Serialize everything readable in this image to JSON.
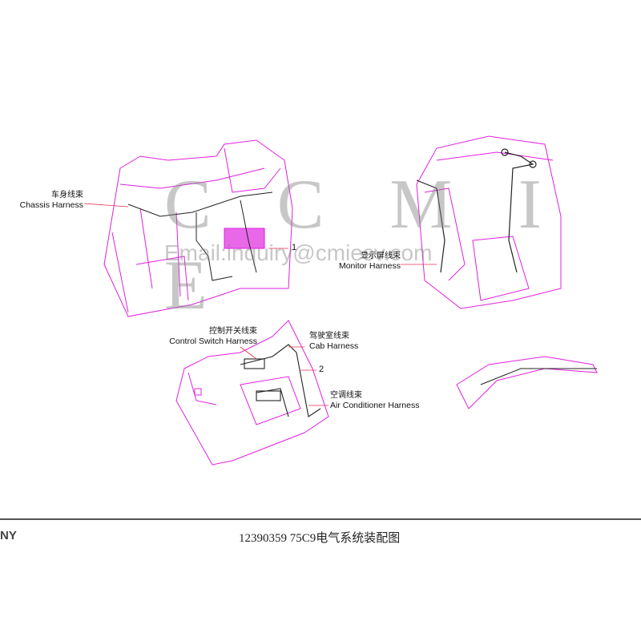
{
  "labels": {
    "chassis": {
      "cn": "车身线束",
      "en": "Chassis Harness"
    },
    "monitor": {
      "cn": "显示屏线束",
      "en": "Monitor Harness"
    },
    "control_switch": {
      "cn": "控制开关线束",
      "en": "Control Switch Harness"
    },
    "cab": {
      "cn": "驾驶室线束",
      "en": "Cab Harness"
    },
    "air_conditioner": {
      "cn": "空调线束",
      "en": "Air Conditioner Harness"
    }
  },
  "callouts": {
    "one": "1",
    "two": "2"
  },
  "watermark": {
    "logo": "C C M I E",
    "email": "Email:inquiry@cmiesv.com"
  },
  "footer": {
    "brand": "NY",
    "title": "12390359 75C9电气系统装配图"
  },
  "colors": {
    "drawing": "#e020e0",
    "harness": "#222222",
    "leader": "#e03050"
  }
}
